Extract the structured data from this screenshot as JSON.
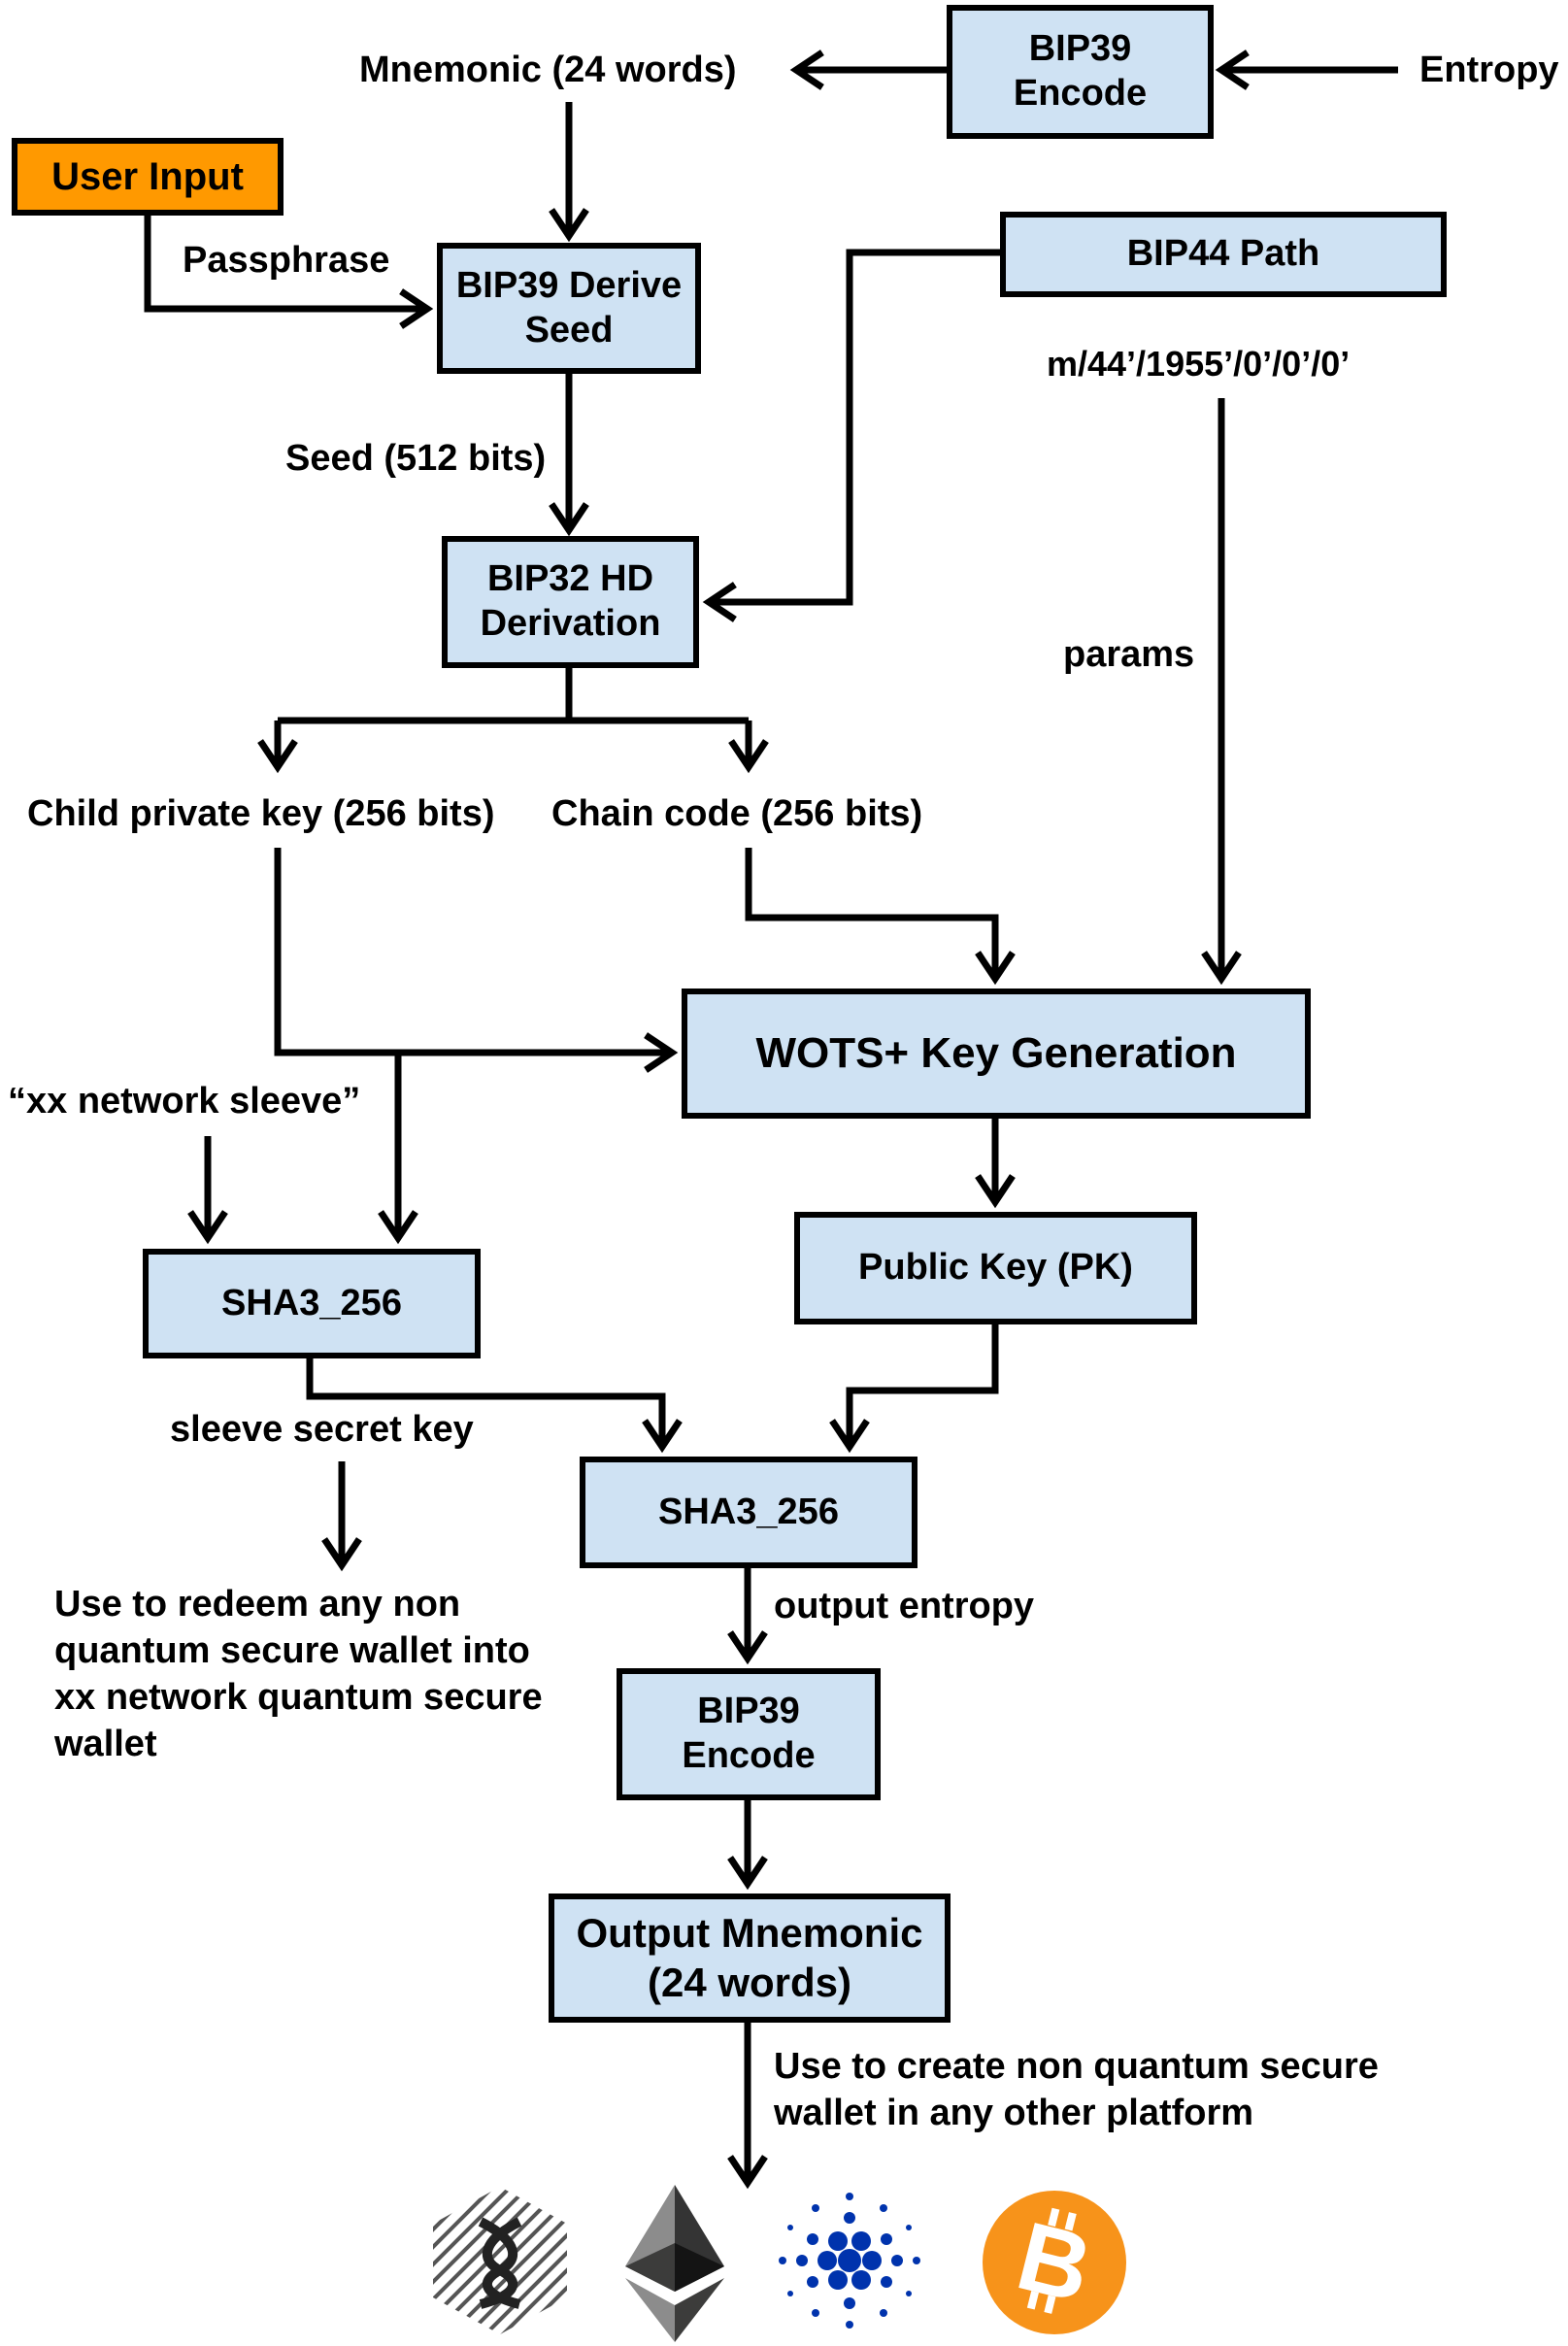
{
  "colors": {
    "box_fill": "#cfe2f3",
    "user_input_fill": "#ff9900",
    "stroke": "#000000",
    "bitcoin": "#f7931a",
    "cardano": "#0033ad",
    "ethereum_dark": "#343434"
  },
  "boxes": {
    "bip39_encode_top": "BIP39\nEncode",
    "user_input": "User Input",
    "bip39_derive_seed": "BIP39 Derive\nSeed",
    "bip44_path": "BIP44 Path",
    "bip32_hd": "BIP32 HD\nDerivation",
    "wots_keygen": "WOTS+ Key Generation",
    "sha3_left": "SHA3_256",
    "public_key": "Public Key (PK)",
    "sha3_center": "SHA3_256",
    "bip39_encode_bottom": "BIP39\nEncode",
    "output_mnemonic": "Output Mnemonic\n(24 words)"
  },
  "labels": {
    "mnemonic": "Mnemonic (24 words)",
    "entropy": "Entropy",
    "passphrase": "Passphrase",
    "bip44_path_value": "m/44’/1955’/0’/0’/0’",
    "seed": "Seed (512 bits)",
    "params": "params",
    "child_private_key": "Child private key (256 bits)",
    "chain_code": "Chain code (256 bits)",
    "xx_network_sleeve": "“xx network sleeve”",
    "sleeve_secret_key": "sleeve secret key",
    "redeem_note": "Use to redeem any non\nquantum secure wallet into\nxx network quantum secure\nwallet",
    "output_entropy": "output entropy",
    "create_note": "Use to create non quantum secure\nwallet in any other platform"
  },
  "logos": {
    "xx_network": "xx-network-logo",
    "ethereum": "ethereum-logo",
    "cardano": "cardano-logo",
    "bitcoin": "bitcoin-logo"
  }
}
